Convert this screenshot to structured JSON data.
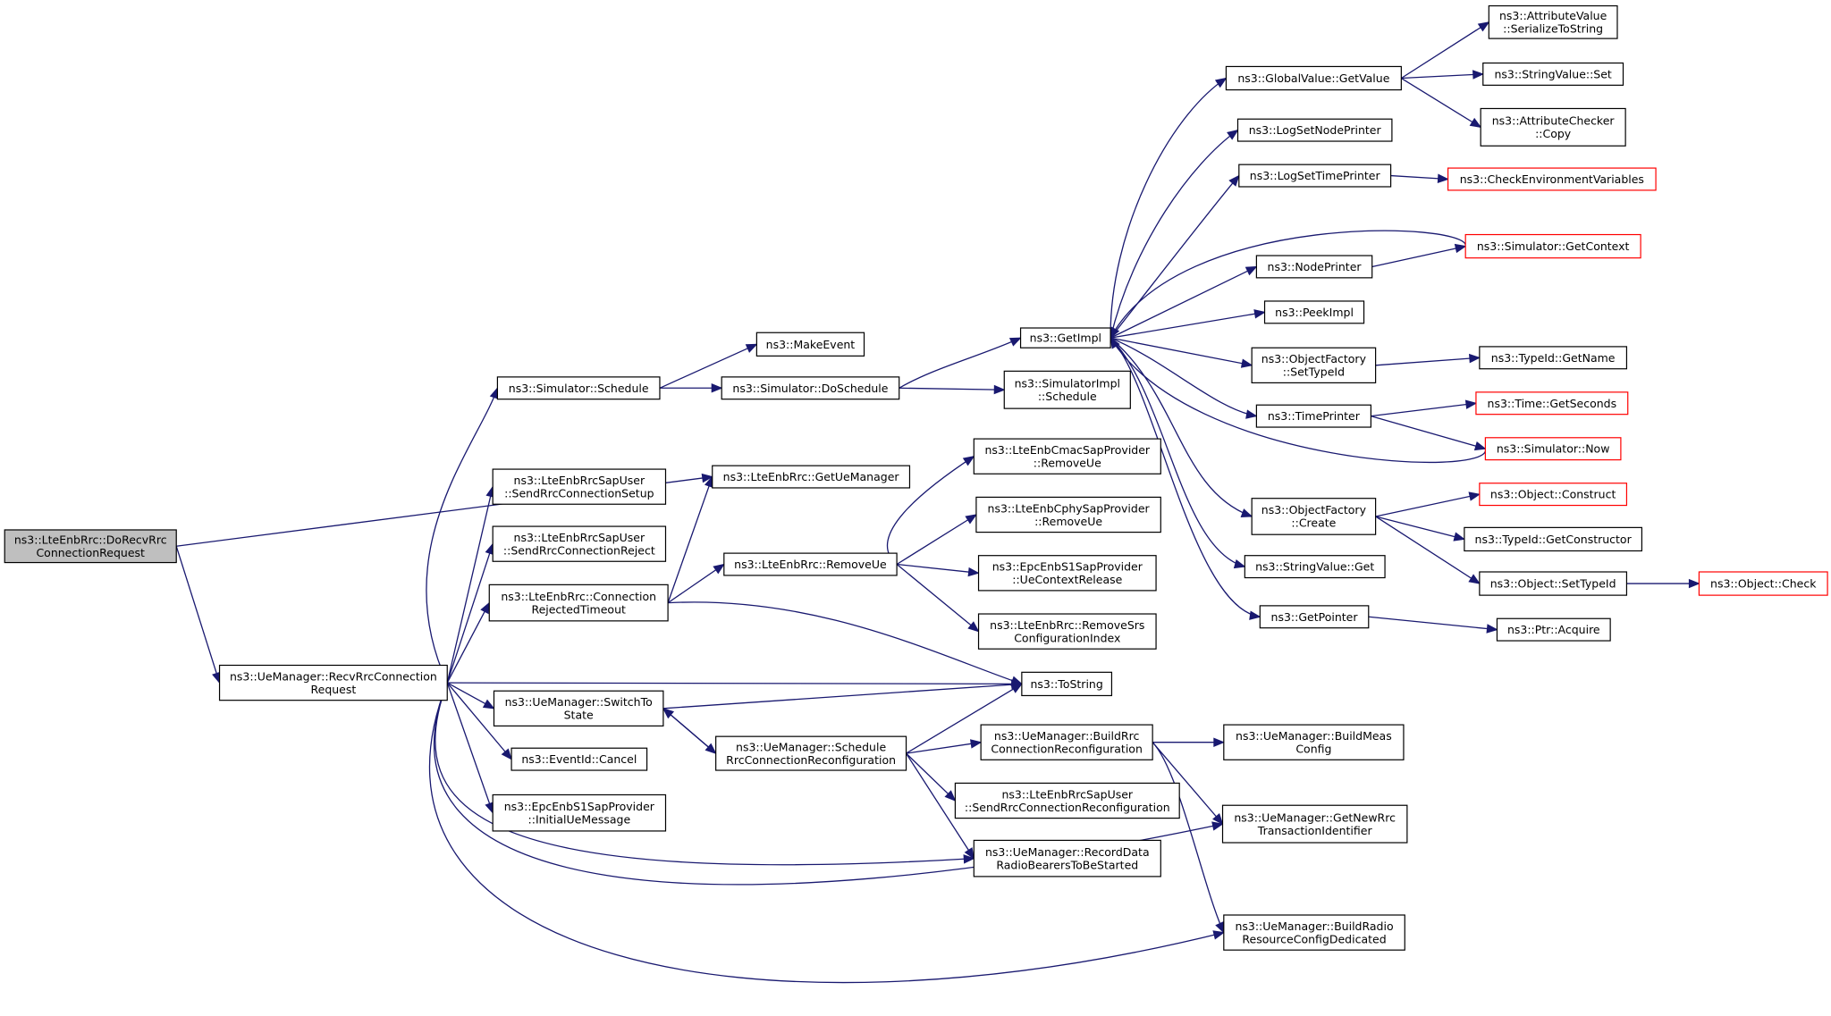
{
  "colors": {
    "edge": "#191970",
    "node_border": "#000000",
    "node_border_truncated": "#ff0000",
    "root_fill": "#bfbfbf",
    "node_fill": "#ffffff"
  },
  "nodes": [
    {
      "id": "root",
      "lines": [
        "ns3::LteEnbRrc::DoRecvRrc",
        "ConnectionRequest"
      ],
      "kind": "root"
    },
    {
      "id": "recv",
      "lines": [
        "ns3::UeManager::RecvRrcConnection",
        "Request"
      ],
      "kind": "normal"
    },
    {
      "id": "simsched",
      "lines": [
        "ns3::Simulator::Schedule"
      ],
      "kind": "normal"
    },
    {
      "id": "makeevent",
      "lines": [
        "ns3::MakeEvent"
      ],
      "kind": "normal"
    },
    {
      "id": "dosched",
      "lines": [
        "ns3::Simulator::DoSchedule"
      ],
      "kind": "normal"
    },
    {
      "id": "implsched",
      "lines": [
        "ns3::SimulatorImpl",
        "::Schedule"
      ],
      "kind": "normal"
    },
    {
      "id": "getimpl",
      "lines": [
        "ns3::GetImpl"
      ],
      "kind": "normal"
    },
    {
      "id": "globalget",
      "lines": [
        "ns3::GlobalValue::GetValue"
      ],
      "kind": "normal"
    },
    {
      "id": "attrser",
      "lines": [
        "ns3::AttributeValue",
        "::SerializeToString"
      ],
      "kind": "normal"
    },
    {
      "id": "strset",
      "lines": [
        "ns3::StringValue::Set"
      ],
      "kind": "normal"
    },
    {
      "id": "attrcopy",
      "lines": [
        "ns3::AttributeChecker",
        "::Copy"
      ],
      "kind": "normal"
    },
    {
      "id": "lognode",
      "lines": [
        "ns3::LogSetNodePrinter"
      ],
      "kind": "normal"
    },
    {
      "id": "logtime",
      "lines": [
        "ns3::LogSetTimePrinter"
      ],
      "kind": "normal"
    },
    {
      "id": "checkenv",
      "lines": [
        "ns3::CheckEnvironmentVariables"
      ],
      "kind": "truncated"
    },
    {
      "id": "getctx",
      "lines": [
        "ns3::Simulator::GetContext"
      ],
      "kind": "truncated"
    },
    {
      "id": "nodeprn",
      "lines": [
        "ns3::NodePrinter"
      ],
      "kind": "normal"
    },
    {
      "id": "peekimpl",
      "lines": [
        "ns3::PeekImpl"
      ],
      "kind": "normal"
    },
    {
      "id": "ofsettid",
      "lines": [
        "ns3::ObjectFactory",
        "::SetTypeId"
      ],
      "kind": "normal"
    },
    {
      "id": "tidname",
      "lines": [
        "ns3::TypeId::GetName"
      ],
      "kind": "normal"
    },
    {
      "id": "timeprn",
      "lines": [
        "ns3::TimePrinter"
      ],
      "kind": "normal"
    },
    {
      "id": "getsec",
      "lines": [
        "ns3::Time::GetSeconds"
      ],
      "kind": "truncated"
    },
    {
      "id": "simnow",
      "lines": [
        "ns3::Simulator::Now"
      ],
      "kind": "truncated"
    },
    {
      "id": "ofcreate",
      "lines": [
        "ns3::ObjectFactory",
        "::Create"
      ],
      "kind": "normal"
    },
    {
      "id": "objconst",
      "lines": [
        "ns3::Object::Construct"
      ],
      "kind": "truncated"
    },
    {
      "id": "tidctor",
      "lines": [
        "ns3::TypeId::GetConstructor"
      ],
      "kind": "normal"
    },
    {
      "id": "objsettid",
      "lines": [
        "ns3::Object::SetTypeId"
      ],
      "kind": "normal"
    },
    {
      "id": "objcheck",
      "lines": [
        "ns3::Object::Check"
      ],
      "kind": "truncated"
    },
    {
      "id": "strget",
      "lines": [
        "ns3::StringValue::Get"
      ],
      "kind": "normal"
    },
    {
      "id": "getptr",
      "lines": [
        "ns3::GetPointer"
      ],
      "kind": "normal"
    },
    {
      "id": "ptracq",
      "lines": [
        "ns3::Ptr::Acquire"
      ],
      "kind": "normal"
    },
    {
      "id": "getuemgr",
      "lines": [
        "ns3::LteEnbRrc::GetUeManager"
      ],
      "kind": "normal"
    },
    {
      "id": "sendsetup",
      "lines": [
        "ns3::LteEnbRrcSapUser",
        "::SendRrcConnectionSetup"
      ],
      "kind": "normal"
    },
    {
      "id": "sendreject",
      "lines": [
        "ns3::LteEnbRrcSapUser",
        "::SendRrcConnectionReject"
      ],
      "kind": "normal"
    },
    {
      "id": "connrej",
      "lines": [
        "ns3::LteEnbRrc::Connection",
        "RejectedTimeout"
      ],
      "kind": "normal"
    },
    {
      "id": "removeue",
      "lines": [
        "ns3::LteEnbRrc::RemoveUe"
      ],
      "kind": "normal"
    },
    {
      "id": "cmacrm",
      "lines": [
        "ns3::LteEnbCmacSapProvider",
        "::RemoveUe"
      ],
      "kind": "normal"
    },
    {
      "id": "cphyrm",
      "lines": [
        "ns3::LteEnbCphySapProvider",
        "::RemoveUe"
      ],
      "kind": "normal"
    },
    {
      "id": "s1ctx",
      "lines": [
        "ns3::EpcEnbS1SapProvider",
        "::UeContextRelease"
      ],
      "kind": "normal"
    },
    {
      "id": "rmsrs",
      "lines": [
        "ns3::LteEnbRrc::RemoveSrs",
        "ConfigurationIndex"
      ],
      "kind": "normal"
    },
    {
      "id": "tostring",
      "lines": [
        "ns3::ToString"
      ],
      "kind": "normal"
    },
    {
      "id": "switchto",
      "lines": [
        "ns3::UeManager::SwitchTo",
        "State"
      ],
      "kind": "normal"
    },
    {
      "id": "evcancel",
      "lines": [
        "ns3::EventId::Cancel"
      ],
      "kind": "normal"
    },
    {
      "id": "initmsg",
      "lines": [
        "ns3::EpcEnbS1SapProvider",
        "::InitialUeMessage"
      ],
      "kind": "normal"
    },
    {
      "id": "schedrrc",
      "lines": [
        "ns3::UeManager::Schedule",
        "RrcConnectionReconfiguration"
      ],
      "kind": "normal"
    },
    {
      "id": "buildrrc",
      "lines": [
        "ns3::UeManager::BuildRrc",
        "ConnectionReconfiguration"
      ],
      "kind": "normal"
    },
    {
      "id": "buildmeas",
      "lines": [
        "ns3::UeManager::BuildMeas",
        "Config"
      ],
      "kind": "normal"
    },
    {
      "id": "sendreconf",
      "lines": [
        "ns3::LteEnbRrcSapUser",
        "::SendRrcConnectionReconfiguration"
      ],
      "kind": "normal"
    },
    {
      "id": "newrrc",
      "lines": [
        "ns3::UeManager::GetNewRrc",
        "TransactionIdentifier"
      ],
      "kind": "normal"
    },
    {
      "id": "recdata",
      "lines": [
        "ns3::UeManager::RecordData",
        "RadioBearersToBeStarted"
      ],
      "kind": "normal"
    },
    {
      "id": "buildradio",
      "lines": [
        "ns3::UeManager::BuildRadio",
        "ResourceConfigDedicated"
      ],
      "kind": "normal"
    }
  ],
  "edges": [
    [
      "root",
      "getuemgr"
    ],
    [
      "root",
      "recv"
    ],
    [
      "recv",
      "simsched"
    ],
    [
      "recv",
      "sendsetup"
    ],
    [
      "recv",
      "sendreject"
    ],
    [
      "recv",
      "connrej"
    ],
    [
      "recv",
      "tostring"
    ],
    [
      "recv",
      "switchto"
    ],
    [
      "recv",
      "evcancel"
    ],
    [
      "recv",
      "initmsg"
    ],
    [
      "recv",
      "recdata"
    ],
    [
      "recv",
      "newrrc"
    ],
    [
      "recv",
      "buildradio"
    ],
    [
      "simsched",
      "makeevent"
    ],
    [
      "simsched",
      "dosched"
    ],
    [
      "dosched",
      "getimpl"
    ],
    [
      "dosched",
      "implsched"
    ],
    [
      "getimpl",
      "globalget"
    ],
    [
      "getimpl",
      "lognode"
    ],
    [
      "getimpl",
      "logtime"
    ],
    [
      "getimpl",
      "nodeprn"
    ],
    [
      "getimpl",
      "peekimpl"
    ],
    [
      "getimpl",
      "ofsettid"
    ],
    [
      "getimpl",
      "timeprn"
    ],
    [
      "getimpl",
      "ofcreate"
    ],
    [
      "getimpl",
      "strget"
    ],
    [
      "getimpl",
      "getptr"
    ],
    [
      "getctx",
      "getimpl"
    ],
    [
      "simnow",
      "getimpl"
    ],
    [
      "globalget",
      "attrser"
    ],
    [
      "globalget",
      "strset"
    ],
    [
      "globalget",
      "attrcopy"
    ],
    [
      "logtime",
      "checkenv"
    ],
    [
      "nodeprn",
      "getctx"
    ],
    [
      "ofsettid",
      "tidname"
    ],
    [
      "timeprn",
      "getsec"
    ],
    [
      "timeprn",
      "simnow"
    ],
    [
      "ofcreate",
      "objconst"
    ],
    [
      "ofcreate",
      "tidctor"
    ],
    [
      "ofcreate",
      "objsettid"
    ],
    [
      "objsettid",
      "objcheck"
    ],
    [
      "getptr",
      "ptracq"
    ],
    [
      "connrej",
      "getuemgr"
    ],
    [
      "connrej",
      "removeue"
    ],
    [
      "connrej",
      "tostring"
    ],
    [
      "removeue",
      "cmacrm"
    ],
    [
      "removeue",
      "cphyrm"
    ],
    [
      "removeue",
      "s1ctx"
    ],
    [
      "removeue",
      "rmsrs"
    ],
    [
      "switchto",
      "tostring"
    ],
    [
      "switchto",
      "schedrrc"
    ],
    [
      "schedrrc",
      "switchto"
    ],
    [
      "schedrrc",
      "tostring"
    ],
    [
      "schedrrc",
      "buildrrc"
    ],
    [
      "schedrrc",
      "sendreconf"
    ],
    [
      "schedrrc",
      "recdata"
    ],
    [
      "buildrrc",
      "buildmeas"
    ],
    [
      "buildrrc",
      "newrrc"
    ],
    [
      "buildrrc",
      "buildradio"
    ]
  ]
}
